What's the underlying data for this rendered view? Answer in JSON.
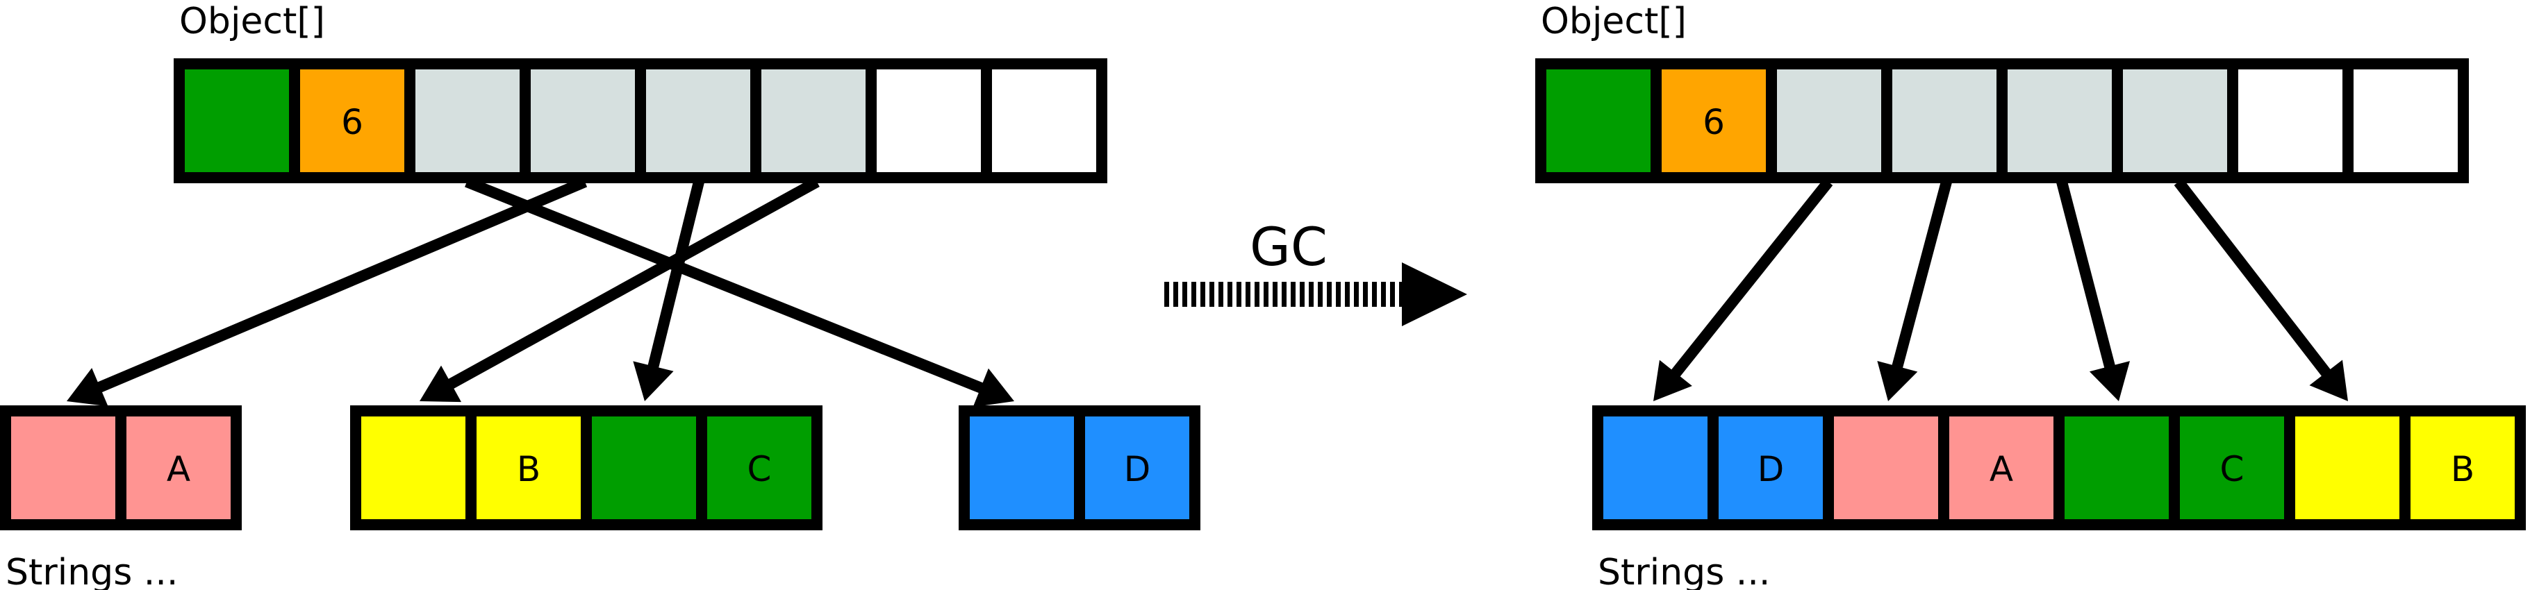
{
  "colors": {
    "green": "#009e00",
    "orange": "#ffa500",
    "grey": "#d6e0df",
    "white": "#ffffff",
    "pink": "#ff9492",
    "yellow": "#ffff00",
    "blue": "#1f8fff"
  },
  "before": {
    "array_label": "Object[]",
    "array_cells": [
      {
        "color": "green",
        "text": ""
      },
      {
        "color": "orange",
        "text": "6"
      },
      {
        "color": "grey",
        "text": ""
      },
      {
        "color": "grey",
        "text": ""
      },
      {
        "color": "grey",
        "text": ""
      },
      {
        "color": "grey",
        "text": ""
      },
      {
        "color": "white",
        "text": ""
      },
      {
        "color": "white",
        "text": ""
      }
    ],
    "strings_label": "Strings ...",
    "string_groups": [
      {
        "cells": [
          {
            "color": "pink",
            "text": ""
          },
          {
            "color": "pink",
            "text": "A"
          }
        ]
      },
      {
        "cells": [
          {
            "color": "yellow",
            "text": ""
          },
          {
            "color": "yellow",
            "text": "B"
          },
          {
            "color": "green",
            "text": ""
          },
          {
            "color": "green",
            "text": "C"
          }
        ]
      },
      {
        "cells": [
          {
            "color": "blue",
            "text": ""
          },
          {
            "color": "blue",
            "text": "D"
          }
        ]
      }
    ],
    "references": [
      {
        "from_cell": 2,
        "to": "D"
      },
      {
        "from_cell": 3,
        "to": "A"
      },
      {
        "from_cell": 4,
        "to": "C"
      },
      {
        "from_cell": 5,
        "to": "B"
      }
    ]
  },
  "transition": {
    "label": "GC"
  },
  "after": {
    "array_label": "Object[]",
    "array_cells": [
      {
        "color": "green",
        "text": ""
      },
      {
        "color": "orange",
        "text": "6"
      },
      {
        "color": "grey",
        "text": ""
      },
      {
        "color": "grey",
        "text": ""
      },
      {
        "color": "grey",
        "text": ""
      },
      {
        "color": "grey",
        "text": ""
      },
      {
        "color": "white",
        "text": ""
      },
      {
        "color": "white",
        "text": ""
      }
    ],
    "strings_label": "Strings ...",
    "string_cells": [
      {
        "color": "blue",
        "text": ""
      },
      {
        "color": "blue",
        "text": "D"
      },
      {
        "color": "pink",
        "text": ""
      },
      {
        "color": "pink",
        "text": "A"
      },
      {
        "color": "green",
        "text": ""
      },
      {
        "color": "green",
        "text": "C"
      },
      {
        "color": "yellow",
        "text": ""
      },
      {
        "color": "yellow",
        "text": "B"
      }
    ],
    "references": [
      {
        "from_cell": 2,
        "to": "D"
      },
      {
        "from_cell": 3,
        "to": "A"
      },
      {
        "from_cell": 4,
        "to": "C"
      },
      {
        "from_cell": 5,
        "to": "B"
      }
    ]
  }
}
